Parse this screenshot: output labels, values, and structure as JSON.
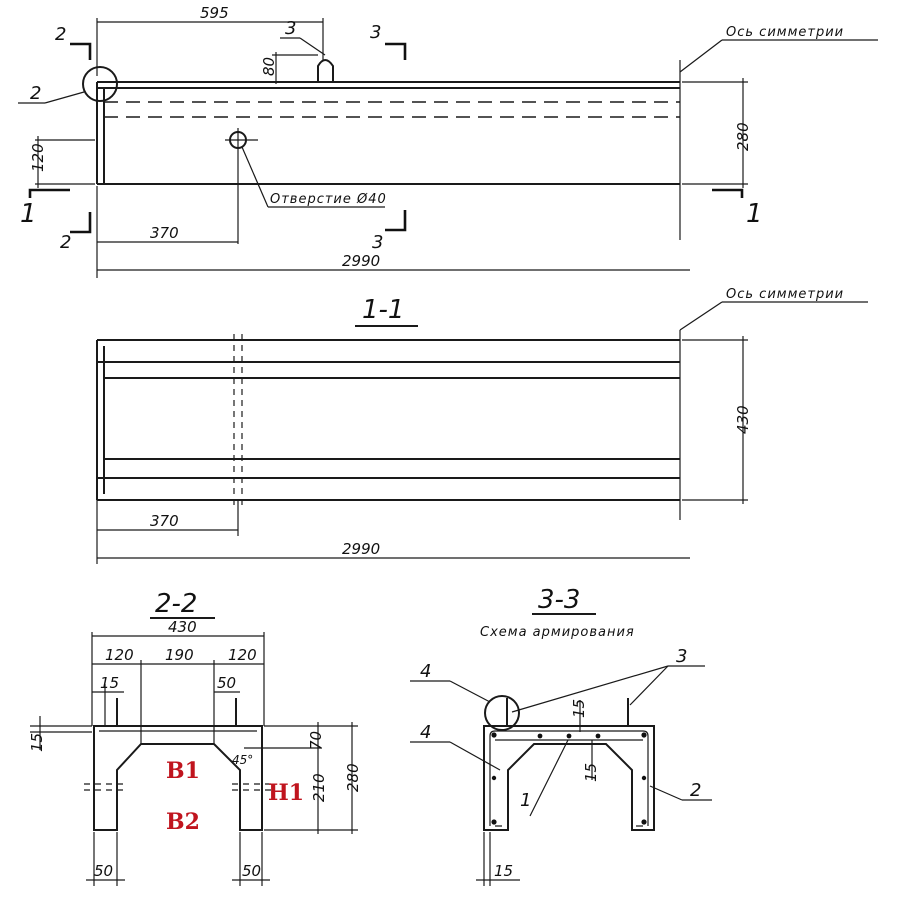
{
  "top_view": {
    "dim_595": "595",
    "dim_80": "80",
    "dim_120": "120",
    "dim_280": "280",
    "dim_370": "370",
    "dim_2990": "2990",
    "callout_2": "2",
    "callout_3": "3",
    "axis_label": "Ось симметрии",
    "hole_label": "Отверстие Ø40",
    "cut_1_left": "1",
    "cut_1_right": "1",
    "cut_2_top": "2",
    "cut_2_bottom": "2",
    "cut_3_top": "3",
    "cut_3_bottom": "3"
  },
  "section_1_1": {
    "title": "1-1",
    "axis_label": "Ось симметрии",
    "dim_430": "430",
    "dim_370": "370",
    "dim_2990": "2990"
  },
  "section_2_2": {
    "title": "2-2",
    "dim_430": "430",
    "dim_120a": "120",
    "dim_190": "190",
    "dim_120b": "120",
    "dim_15a": "15",
    "dim_50a": "50",
    "dim_15b": "15",
    "dim_70": "70",
    "dim_210": "210",
    "dim_280": "280",
    "dim_45": "45°",
    "dim_50b": "50",
    "dim_50c": "50",
    "marker_b1": "B1",
    "marker_b2": "B2",
    "marker_h1": "H1"
  },
  "section_3_3": {
    "title": "3-3",
    "subtitle": "Схема армирования",
    "pos_4a": "4",
    "pos_4b": "4",
    "pos_3": "3",
    "pos_2": "2",
    "pos_1": "1",
    "dim_15a": "15",
    "dim_15b": "15",
    "dim_15c": "15"
  }
}
